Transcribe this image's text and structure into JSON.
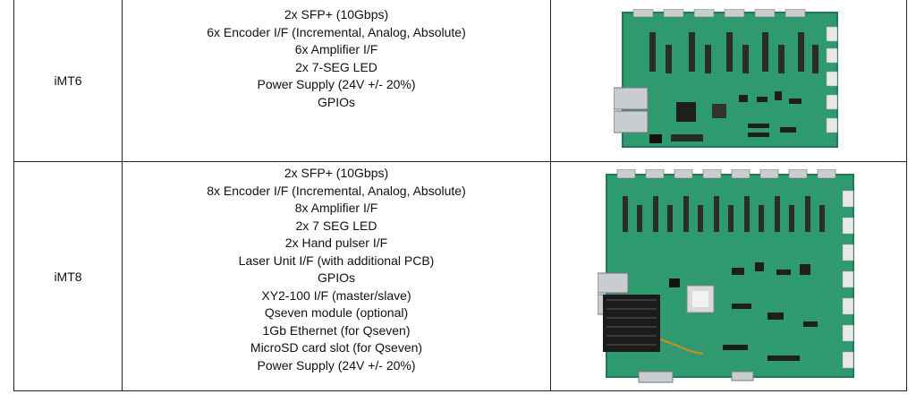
{
  "rows": [
    {
      "model": "iMT6",
      "features": [
        "2x SFP+ (10Gbps)",
        "6x Encoder I/F (Incremental, Analog, Absolute)",
        "6x Amplifier I/F",
        "2x 7-SEG LED",
        "Power Supply (24V +/- 20%)",
        "GPIOs"
      ]
    },
    {
      "model": "iMT8",
      "features": [
        "2x SFP+ (10Gbps)",
        "8x Encoder I/F (Incremental, Analog, Absolute)",
        "8x Amplifier I/F",
        "2x 7 SEG LED",
        "2x Hand pulser I/F",
        "Laser Unit I/F (with additional PCB)",
        "GPIOs",
        "XY2-100 I/F (master/slave)",
        "Qseven module (optional)",
        "1Gb Ethernet (for Qseven)",
        "MicroSD card slot (for Qseven)",
        "Power Supply (24V +/- 20%)"
      ]
    }
  ],
  "colors": {
    "pcb": "#2f9a6f",
    "pcb_dark": "#1f7a55",
    "connector": "#2b2b2b",
    "silver": "#c9ccd0",
    "border": "#222222"
  },
  "icons": [
    "pcb-board-image-imt6",
    "pcb-board-image-imt8"
  ]
}
